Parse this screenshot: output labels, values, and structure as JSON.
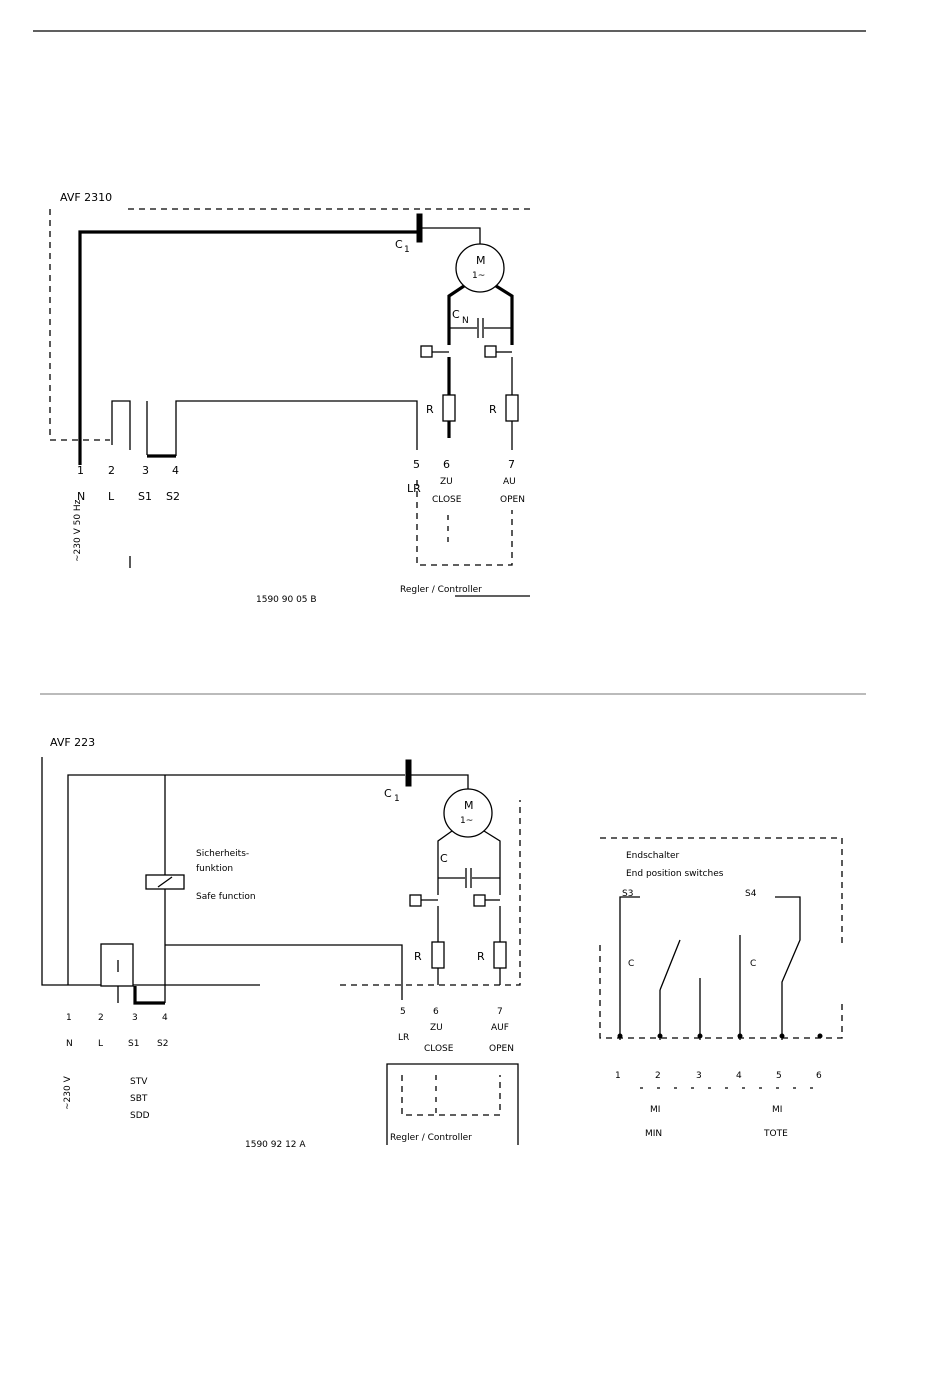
{
  "diagram1": {
    "model": "AVF 2310",
    "capacitor_main": "C",
    "capacitor_main_sub": "1",
    "capacitor_motor": "C",
    "capacitor_motor_sub": "N",
    "motor_symbol": "M",
    "motor_sub": "1~",
    "resistor_a": "R",
    "resistor_b": "R",
    "terminals": [
      {
        "num": "1",
        "sig": "N"
      },
      {
        "num": "2",
        "sig": "L"
      },
      {
        "num": "3",
        "sig": "S1"
      },
      {
        "num": "4",
        "sig": "S2"
      },
      {
        "num": "5",
        "sig": "LR"
      },
      {
        "num": "6",
        "sig": "ZU",
        "sig2": "CLOSE"
      },
      {
        "num": "7",
        "sig": "AU",
        "sig2": "OPEN"
      }
    ],
    "power_label": "~230 V 50 Hz",
    "controller_label": "Regler / Controller",
    "diagram_id": "1590 90 05 B"
  },
  "diagram2": {
    "model": "AVF 223",
    "capacitor_main": "C",
    "capacitor_main_sub": "1",
    "capacitor_motor": "C",
    "motor_symbol": "M",
    "motor_sub": "1~",
    "relay_line1": "Sicherheits-",
    "relay_line2": "funktion",
    "relay_line3": "Safe function",
    "resistor_a": "R",
    "resistor_b": "R",
    "terminals": [
      {
        "num": "1",
        "sig": "N"
      },
      {
        "num": "2",
        "sig": "L"
      },
      {
        "num": "3",
        "sig": "S1"
      },
      {
        "num": "4",
        "sig": "S2"
      },
      {
        "num": "5",
        "sig": "LR"
      },
      {
        "num": "6",
        "sig": "ZU",
        "sig2": "CLOSE"
      },
      {
        "num": "7",
        "sig": "AUF",
        "sig2": "OPEN"
      }
    ],
    "power_label": "~230 V",
    "stv_line1": "STV",
    "stv_line2": "SBT",
    "stv_line3": "SDD",
    "controller_label": "Regler / Controller",
    "diagram_id": "1590 92 12 A"
  },
  "endswitch": {
    "title_line1": "Endschalter",
    "title_line2": "End position switches",
    "label_s3": "S3",
    "label_s4": "S4",
    "contact_a": "C",
    "contact_b": "C",
    "terminals": [
      "1",
      "2",
      "3",
      "4",
      "5",
      "6"
    ],
    "group1_top": "MI",
    "group1_bot": "MIN",
    "group2_top": "MI",
    "group2_bot": "TOTE"
  }
}
